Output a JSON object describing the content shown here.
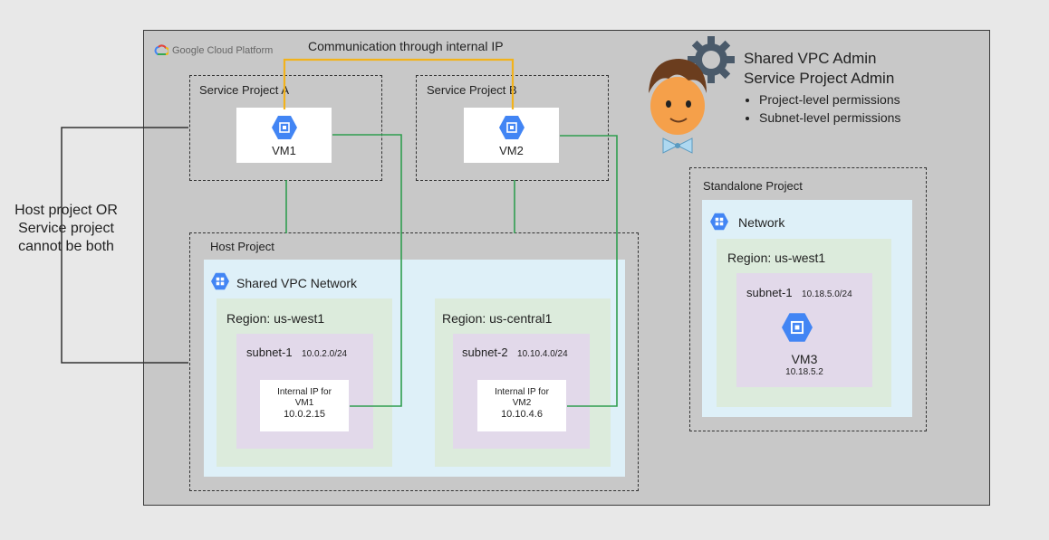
{
  "brand": {
    "name": "Google Cloud Platform"
  },
  "comm_label": "Communication through internal IP",
  "admin": {
    "title_line1": "Shared VPC Admin",
    "title_line2": "Service Project Admin",
    "bullets": [
      "Project-level permissions",
      "Subnet-level permissions"
    ]
  },
  "left_note": {
    "line1": "Host project OR",
    "line2": "Service project",
    "line3": "cannot be both"
  },
  "service_a": {
    "title": "Service Project A",
    "vm": "VM1"
  },
  "service_b": {
    "title": "Service Project B",
    "vm": "VM2"
  },
  "host": {
    "title": "Host Project",
    "network": "Shared VPC Network",
    "regions": [
      {
        "title": "Region: us-west1",
        "subnet": "subnet-1",
        "cidr": "10.0.2.0/24",
        "ip_line1": "Internal IP for",
        "ip_line2": "VM1",
        "ip": "10.0.2.15"
      },
      {
        "title": "Region: us-central1",
        "subnet": "subnet-2",
        "cidr": "10.10.4.0/24",
        "ip_line1": "Internal IP for",
        "ip_line2": "VM2",
        "ip": "10.10.4.6"
      }
    ]
  },
  "standalone": {
    "title": "Standalone Project",
    "network": "Network",
    "region": "Region: us-west1",
    "subnet": "subnet-1",
    "cidr": "10.18.5.0/24",
    "vm": "VM3",
    "ip": "10.18.5.2"
  },
  "colors": {
    "comm_line": "#f2b21c",
    "link_line": "#2f9e4f",
    "gcp_blue": "#4285f4",
    "avatar_skin": "#f5a04a",
    "avatar_hair": "#6b3d1e"
  }
}
